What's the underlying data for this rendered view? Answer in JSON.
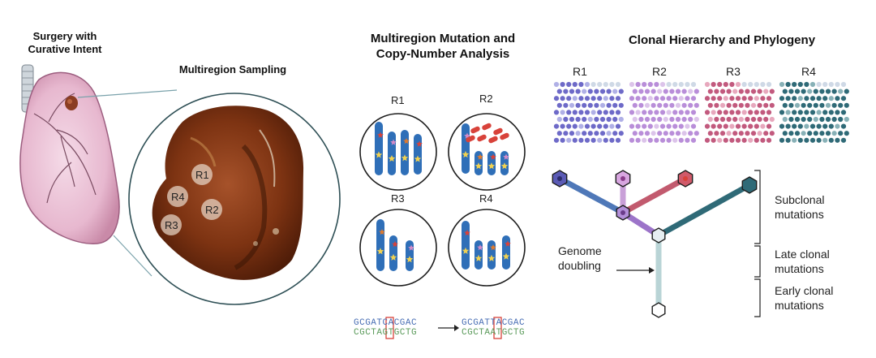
{
  "left": {
    "surgery_label_line1": "Surgery with",
    "surgery_label_line2": "Curative Intent",
    "sampling_title": "Multiregion Sampling",
    "sample_regions": [
      "R1",
      "R4",
      "R2",
      "R3"
    ]
  },
  "middle": {
    "title_line1": "Multiregion Mutation and",
    "title_line2": "Copy-Number Analysis",
    "region_labels": [
      "R1",
      "R2",
      "R3",
      "R4"
    ],
    "seq_before_top": "GCGATCACGAC",
    "seq_before_bottom": "CGCTAGTGCTG",
    "seq_after_top": "GCGATTACGAC",
    "seq_after_bottom": "CGCTAATGCTG"
  },
  "right": {
    "title": "Clonal Hierarchy and Phylogeny",
    "region_labels": [
      "R1",
      "R2",
      "R3",
      "R4"
    ],
    "genome_doubling_line1": "Genome",
    "genome_doubling_line2": "doubling",
    "subclonal_line1": "Subclonal",
    "subclonal_line2": "mutations",
    "late_line1": "Late clonal",
    "late_line2": "mutations",
    "early_line1": "Early clonal",
    "early_line2": "mutations"
  },
  "colors": {
    "chromosome": "#2f6fb8",
    "mutation_red": "#d8423a",
    "mutation_orange": "#e07a2e",
    "mutation_pink": "#d48bc8",
    "star_yellow": "#f2d250",
    "r1_dots": "#6e6ac8",
    "r2_dots": "#b98ed9",
    "r3_dots": "#c25a7e",
    "r4_dots": "#2f6a77",
    "trunk": "#b9d4d6",
    "tumor": "#8a3a1a"
  }
}
